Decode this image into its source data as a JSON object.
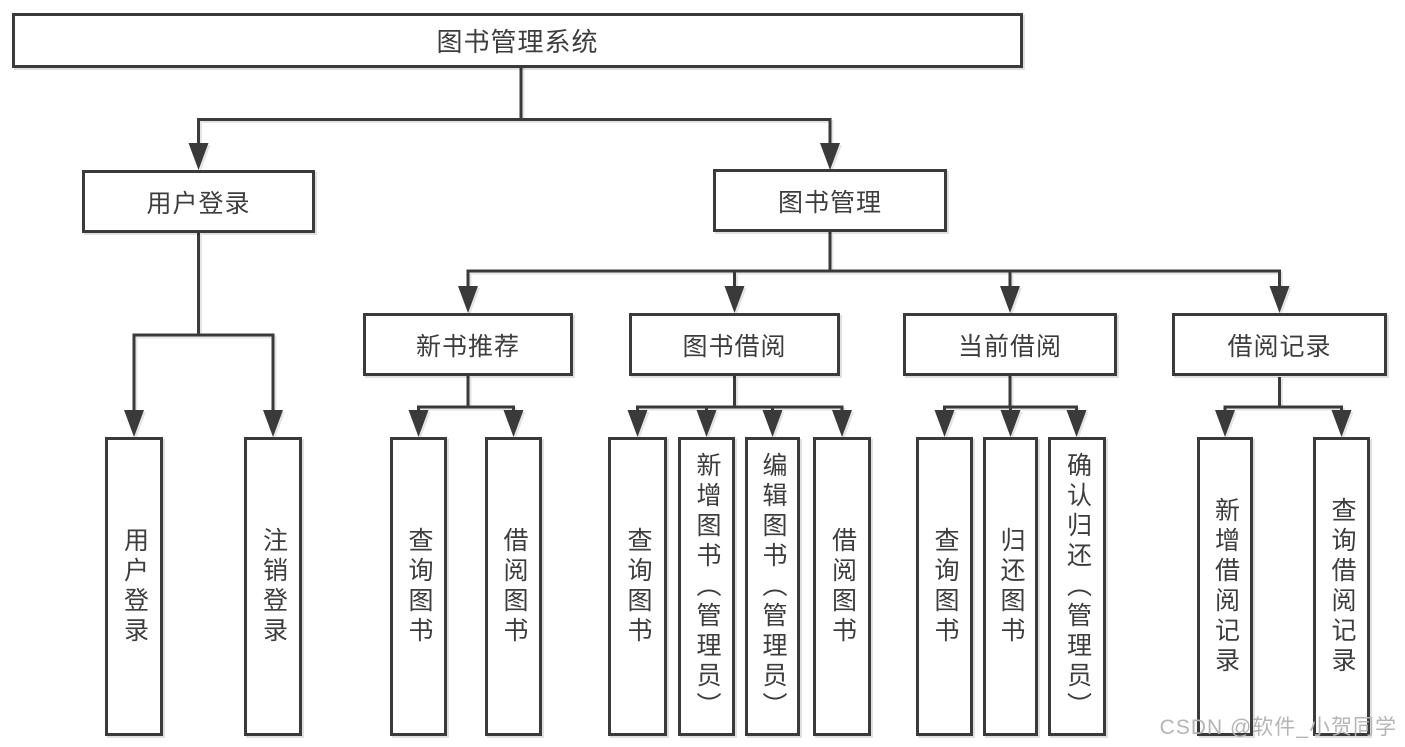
{
  "diagram": {
    "root": {
      "label": "图书管理系统"
    },
    "branches": [
      {
        "label": "用户登录",
        "children": [
          "用户登录",
          "注销登录"
        ]
      },
      {
        "label": "图书管理",
        "sections": [
          {
            "label": "新书推荐",
            "children": [
              "查询图书",
              "借阅图书"
            ]
          },
          {
            "label": "图书借阅",
            "children": [
              "查询图书",
              "新增图书（管理员）",
              "编辑图书（管理员）",
              "借阅图书"
            ]
          },
          {
            "label": "当前借阅",
            "children": [
              "查询图书",
              "归还图书",
              "确认归还（管理员）"
            ]
          },
          {
            "label": "借阅记录",
            "children": [
              "新增借阅记录",
              "查询借阅记录"
            ]
          }
        ]
      }
    ],
    "watermark": "CSDN @软件_小贺同学",
    "colors": {
      "line": "#3a3a3a",
      "text": "#3d3d3d",
      "box_background": "#ffffff",
      "watermark": "#b5b5b5"
    }
  }
}
